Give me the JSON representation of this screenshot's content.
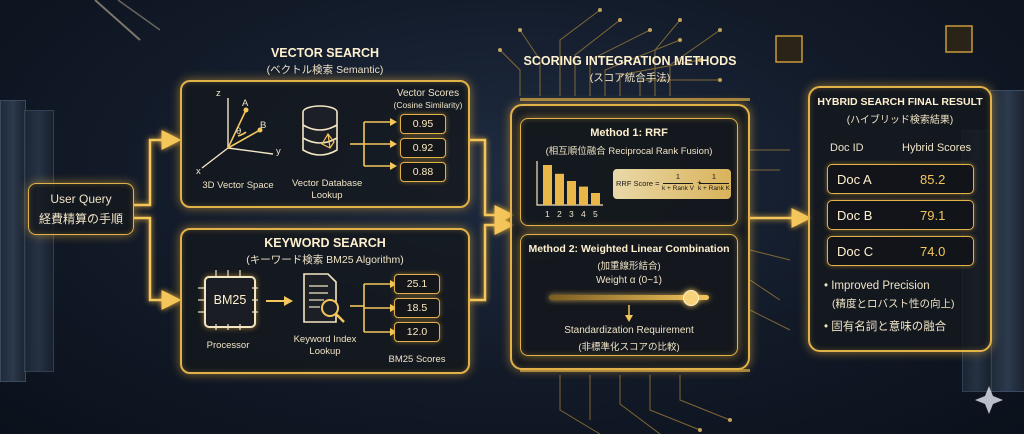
{
  "user_query": {
    "line1": "User Query",
    "line2": "経費精算の手順"
  },
  "vector_search": {
    "title": "VECTOR SEARCH",
    "subtitle": "(ベクトル検索 Semantic)",
    "axis_z": "z",
    "axis_y": "y",
    "axis_x": "x",
    "point_a": "A",
    "point_b": "B",
    "theta": "θ",
    "space_label": "3D Vector Space",
    "db_label_1": "Vector Database",
    "db_label_2": "Lookup",
    "scores_title": "Vector Scores",
    "scores_sub": "(Cosine Similarity)",
    "scores": [
      "0.95",
      "0.92",
      "0.88"
    ]
  },
  "keyword_search": {
    "title": "KEYWORD SEARCH",
    "subtitle": "(キーワード検索 BM25 Algorithm)",
    "chip_text": "BM25",
    "processor_label": "Processor",
    "index_label_1": "Keyword Index",
    "index_label_2": "Lookup",
    "scores": [
      "25.1",
      "18.5",
      "12.0"
    ],
    "scores_label": "BM25 Scores"
  },
  "scoring": {
    "title": "SCORING INTEGRATION METHODS",
    "subtitle": "(スコア統合手法)",
    "method1": {
      "title": "Method 1: RRF",
      "subtitle": "(相互順位融合 Reciprocal Rank Fusion)",
      "bar_ticks": [
        "1",
        "2",
        "3",
        "4",
        "5"
      ],
      "bar_values": [
        5,
        3.9,
        3,
        2.3,
        1.5
      ],
      "formula_label": "RRF Score =",
      "frac1_num": "1",
      "frac1_den": "k + Rank V",
      "plus": "+",
      "frac2_num": "1",
      "frac2_den": "k + Rank K"
    },
    "method2": {
      "title": "Method 2: Weighted Linear Combination",
      "subtitle": "(加重線形結合)",
      "weight_label": "Weight α (0~1)",
      "weight_value": 0.88,
      "req_title": "Standardization Requirement",
      "req_sub": "(非標準化スコアの比較)"
    }
  },
  "result": {
    "title": "HYBRID SEARCH FINAL RESULT",
    "subtitle": "(ハイブリッド検索結果)",
    "col_doc": "Doc ID",
    "col_score": "Hybrid Scores",
    "docs": [
      {
        "id": "Doc A",
        "score": "85.2"
      },
      {
        "id": "Doc B",
        "score": "79.1"
      },
      {
        "id": "Doc C",
        "score": "74.0"
      }
    ],
    "bullet1_line1": "• Improved Precision",
    "bullet1_line2": "(精度とロバスト性の向上)",
    "bullet2": "• 固有名詞と意味の融合"
  },
  "colors": {
    "accent": "#e2b24a",
    "glow": "#f4c65c",
    "bg": "#121a28"
  }
}
